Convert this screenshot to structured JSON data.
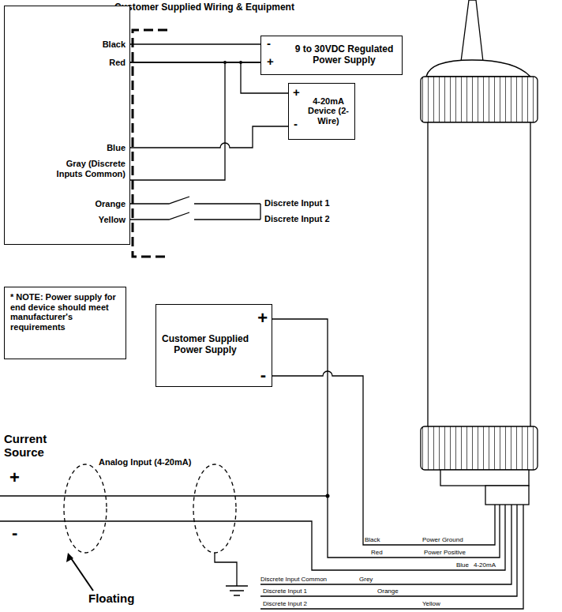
{
  "diagram": {
    "title": "Customer Supplied Wiring & Equipment",
    "nodes": [
      {
        "text": [
          "Black",
          "Red",
          "Blue",
          "Gray (Discrete Inputs Common)",
          "Orange",
          "Yellow"
        ]
      },
      {
        "text": [
          "9 to 30VDC Regulated Power Supply",
          "-",
          "+"
        ]
      },
      {
        "text": [
          "4-20mA Device (2-Wire)",
          "+",
          "-"
        ]
      },
      {
        "text": [
          "* NOTE: Power supply for end device should meet manufacturer's requirements"
        ]
      },
      {
        "text": [
          "Customer Supplied Power Supply",
          "+",
          "-"
        ]
      }
    ],
    "edges": [
      {
        "from": 0,
        "to": 1,
        "arrow": "none"
      },
      {
        "from": 0,
        "to": 1,
        "arrow": "none"
      },
      {
        "from": 0,
        "to": 2,
        "arrow": "none"
      },
      {
        "from": 0,
        "to": 2,
        "arrow": "none"
      },
      {
        "from": 0,
        "to": 1,
        "arrow": "none"
      }
    ],
    "labels": [
      "Discrete Input 1",
      "Discrete Input 2",
      "Current Source",
      "+",
      "-",
      "Analog Input (4-20mA)",
      "Floating",
      "Black",
      "Power Ground",
      "Red",
      "Power Positive",
      "Blue",
      "4-20mA",
      "Discrete Input Common",
      "Grey",
      "Discrete Input 1",
      "Orange",
      "Discrete Input 2",
      "Yellow"
    ]
  }
}
